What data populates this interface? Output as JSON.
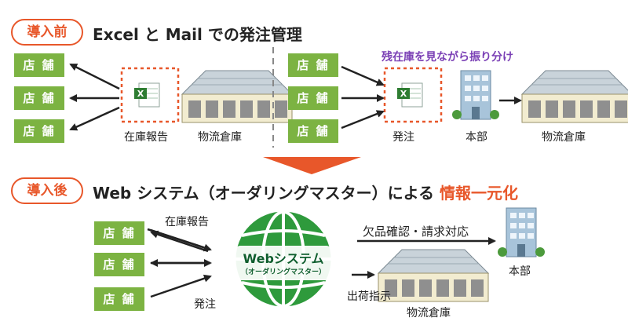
{
  "before": {
    "badge": "導入前",
    "title": "Excel と Mail での発注管理",
    "left": {
      "stores": [
        "店 舗",
        "店 舗",
        "店 舗"
      ],
      "excel_label": "在庫報告",
      "warehouse_label": "物流倉庫"
    },
    "right": {
      "stores": [
        "店 舗",
        "店 舗",
        "店 舗"
      ],
      "note": "残在庫を見ながら振り分け",
      "excel_label": "発注",
      "hq_label": "本部",
      "warehouse_label": "物流倉庫"
    }
  },
  "after": {
    "badge": "導入後",
    "title_main": "Web システム（オーダリングマスター）による ",
    "title_accent": "情報一元化",
    "stores": [
      "店 舗",
      "店 舗",
      "店 舗"
    ],
    "label_top": "在庫報告",
    "label_bottom": "発注",
    "globe_title": "Webシステム",
    "globe_sub": "（オーダリングマスター）",
    "status_label": "欠品確認・請求対応",
    "ship_label": "出荷指示",
    "warehouse_label": "物流倉庫",
    "hq_label": "本部"
  },
  "colors": {
    "accent": "#e8572a",
    "store_green": "#7cb342",
    "globe_green": "#2e9a3c",
    "note_purple": "#7a3fb5"
  }
}
